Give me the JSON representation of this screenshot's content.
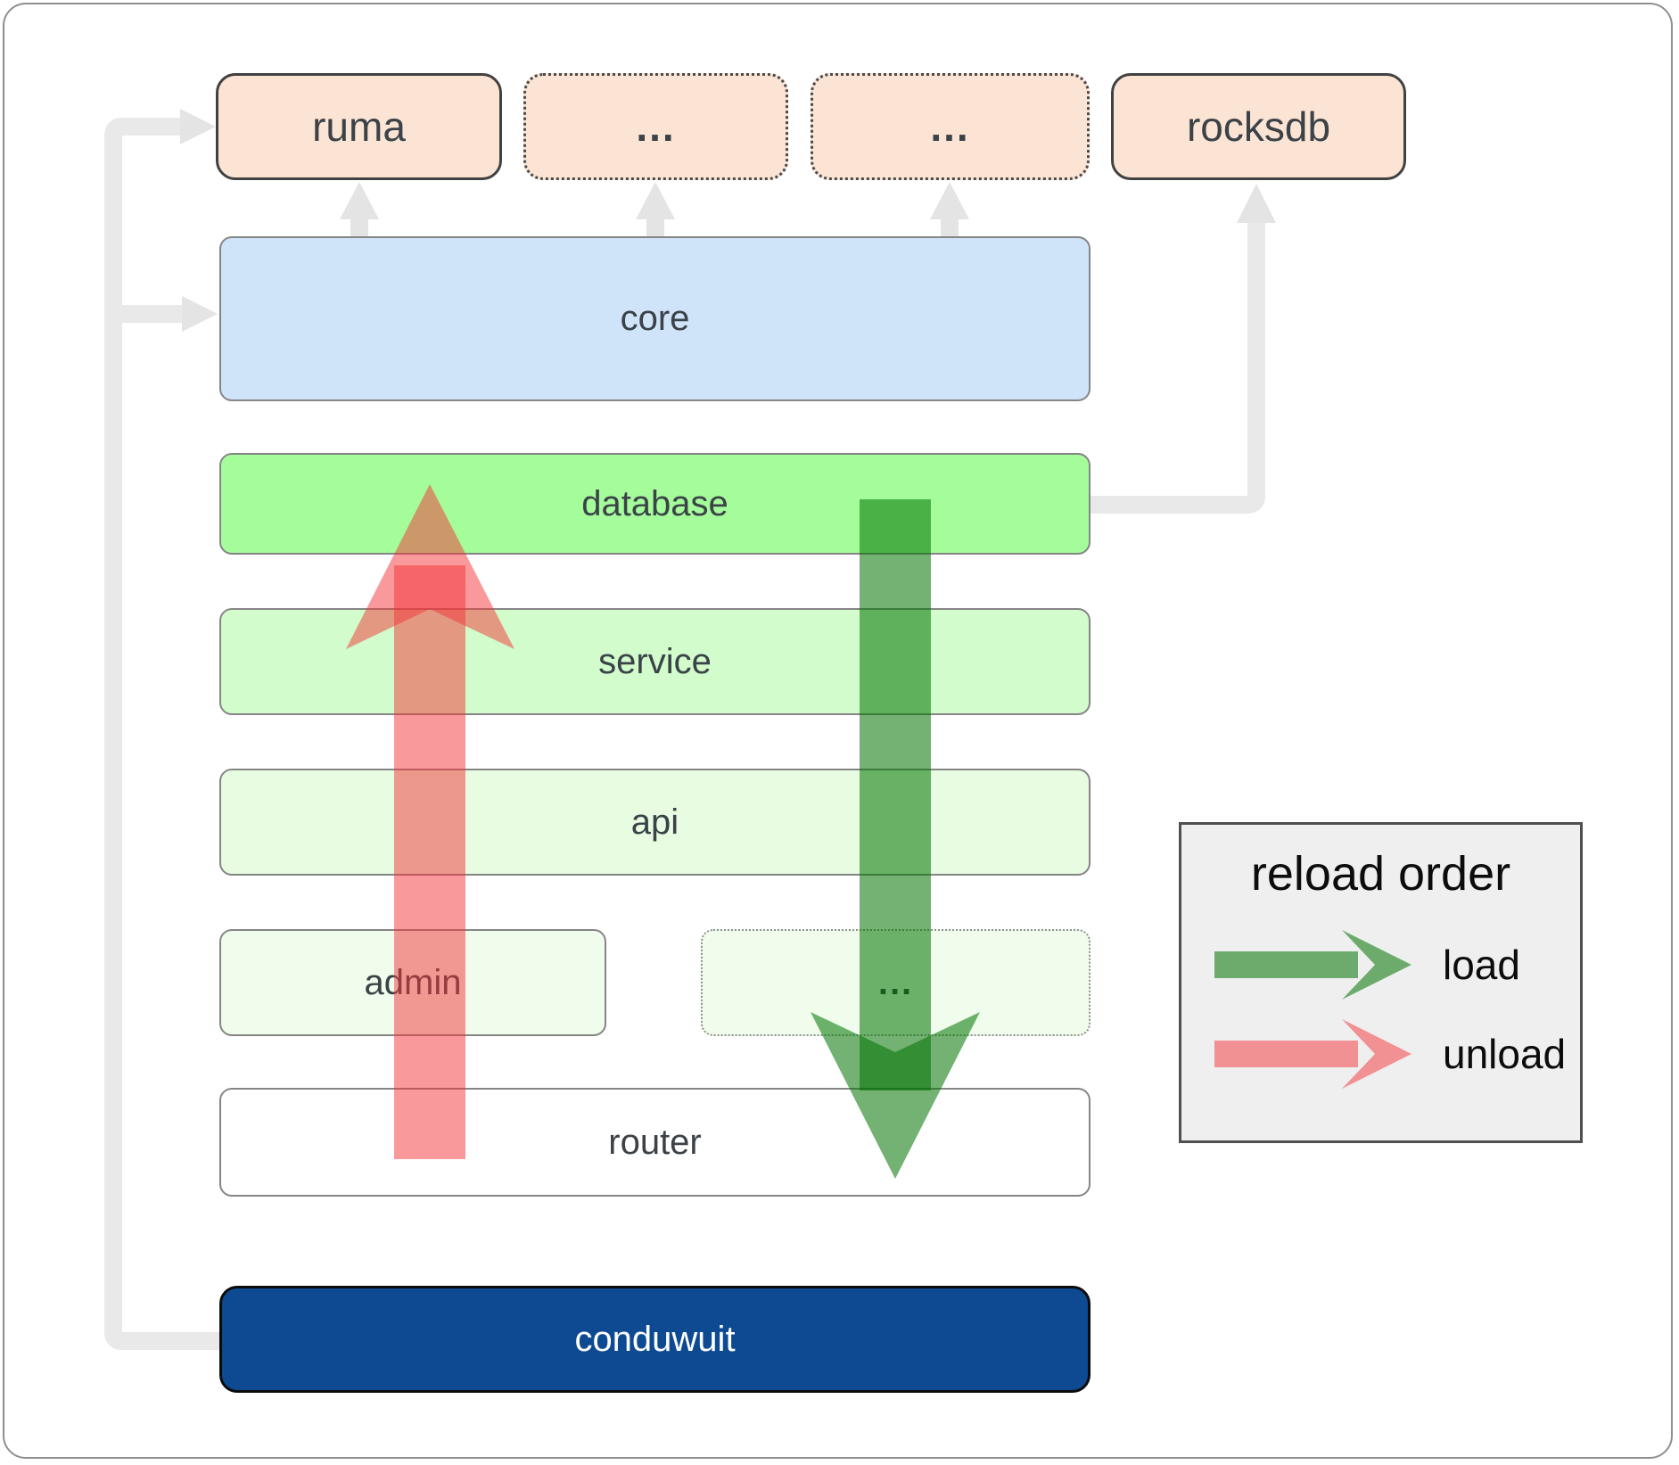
{
  "nodes": {
    "ruma": {
      "label": "ruma"
    },
    "external_more_1": {
      "label": "..."
    },
    "external_more_2": {
      "label": "..."
    },
    "rocksdb": {
      "label": "rocksdb"
    },
    "core": {
      "label": "core"
    },
    "database": {
      "label": "database"
    },
    "service": {
      "label": "service"
    },
    "api": {
      "label": "api"
    },
    "admin": {
      "label": "admin"
    },
    "admin_more": {
      "label": "..."
    },
    "router": {
      "label": "router"
    },
    "conduwuit": {
      "label": "conduwuit"
    }
  },
  "legend": {
    "title": "reload order",
    "load_label": "load",
    "unload_label": "unload"
  },
  "colors": {
    "load_arrow": "#007300",
    "unload_arrow": "#f33337",
    "external_fill": "#fce4d4",
    "core_fill": "#d0e4f9",
    "database_fill": "#a5fc9b",
    "service_fill": "#d2fccb",
    "api_fill": "#e7fce1",
    "admin_fill": "#f0fdec",
    "router_fill": "#ffffff",
    "conduwuit_fill": "#0d4a91",
    "connector_gray": "#e9e9e9",
    "legend_bg": "#efefef"
  }
}
